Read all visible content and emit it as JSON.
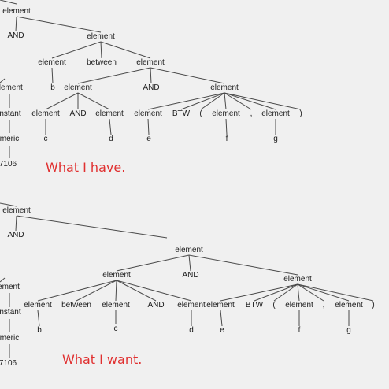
{
  "trees": [
    {
      "id": "have",
      "caption": "What I have.",
      "nodes": {
        "root": "element",
        "and1": "AND",
        "e2": "element",
        "lele": "element",
        "lstant": "nstant",
        "lmeric": "meric",
        "lnum": "7106",
        "e3": "element",
        "btw1": "between",
        "e4": "element",
        "b": "b",
        "e5": "element",
        "and2": "AND",
        "e6": "element",
        "e7": "element",
        "and3": "AND",
        "e8": "element",
        "c": "c",
        "d": "d",
        "e9": "element",
        "btw2": "BTW",
        "lp": "(",
        "e10": "element",
        "comma": ",",
        "e11": "element",
        "rp": ")",
        "e": "e",
        "f": "f",
        "g": "g"
      }
    },
    {
      "id": "want",
      "caption": "What I want.",
      "nodes": {
        "root": "element",
        "and1": "AND",
        "lele": "ement",
        "lstant": "nstant",
        "lmeric": "meric",
        "lnum": "7106",
        "e2": "element",
        "e3": "element",
        "and2": "AND",
        "e4": "element",
        "e5": "element",
        "btw1": "between",
        "e6": "element",
        "and3": "AND",
        "e7": "element",
        "b": "b",
        "c": "c",
        "d": "d",
        "e8": "element",
        "btw2": "BTW",
        "lp": "(",
        "e9": "element",
        "comma": ",",
        "e10": "element",
        "rp": ")",
        "e": "e",
        "f": "f",
        "g": "g"
      }
    }
  ]
}
